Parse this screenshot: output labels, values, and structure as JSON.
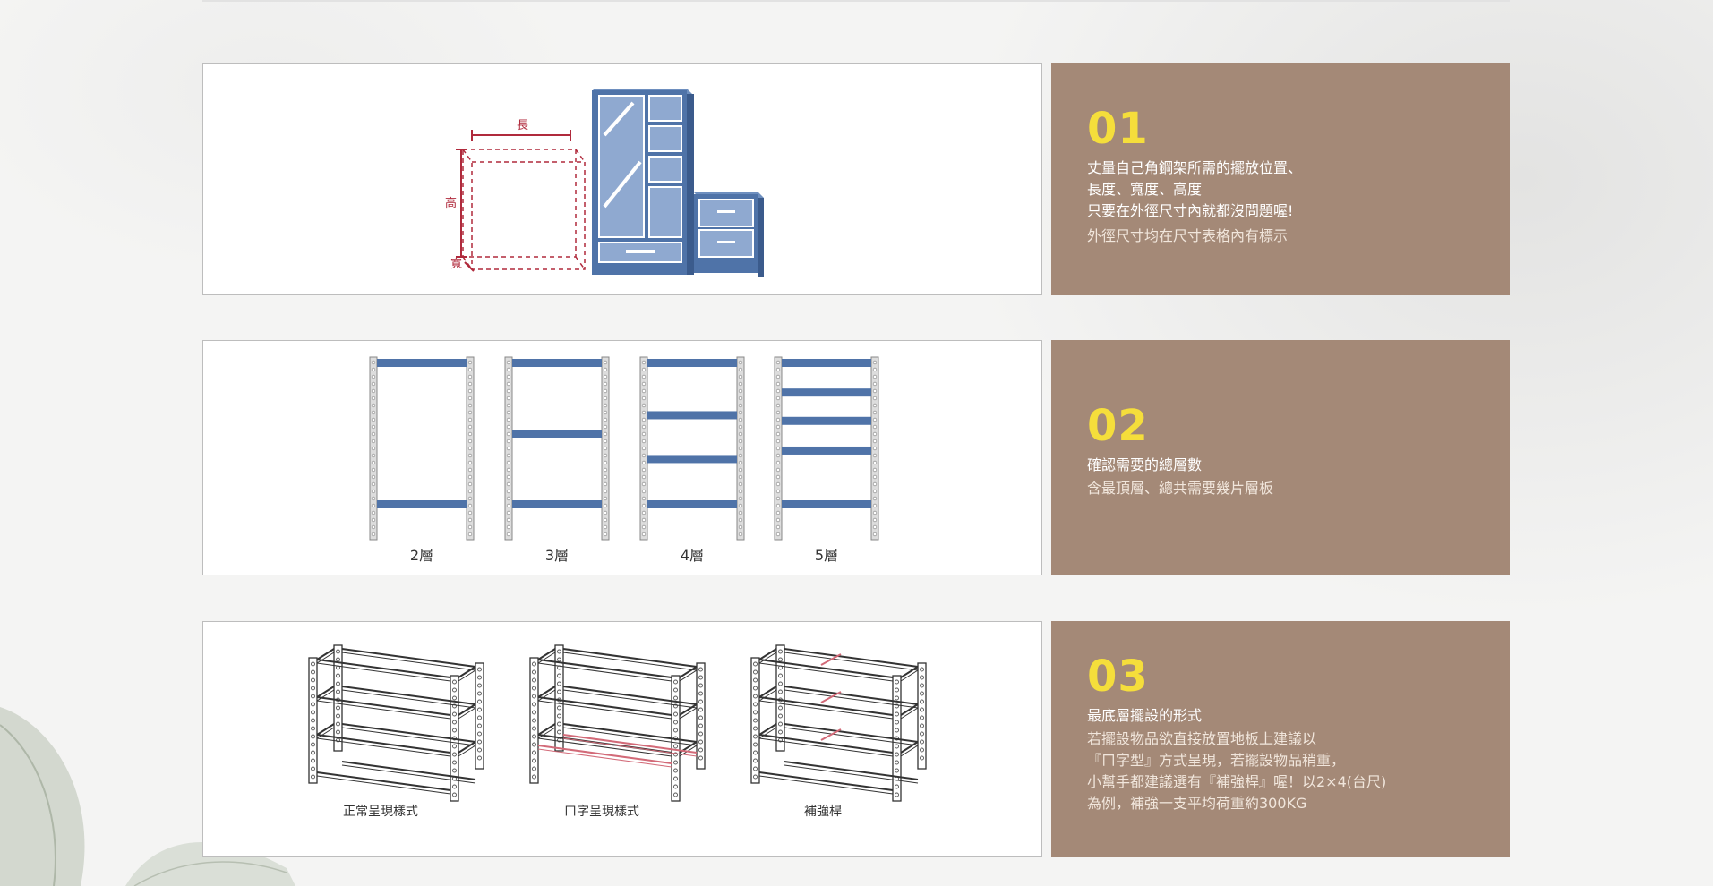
{
  "step1": {
    "number": "01",
    "main_lines": [
      "丈量自己角鋼架所需的擺放位置、",
      "長度、寬度、高度",
      "只要在外徑尺寸內就都沒問題喔!"
    ],
    "sub_lines": [
      "外徑尺寸均在尺寸表格內有標示"
    ],
    "diagram_labels": {
      "length": "長",
      "height": "高",
      "width": "寬"
    }
  },
  "step2": {
    "number": "02",
    "main_lines": [
      "確認需要的總層數"
    ],
    "sub_lines": [
      "含最頂層、總共需要幾片層板"
    ],
    "shelf_labels": [
      "2層",
      "3層",
      "4層",
      "5層"
    ]
  },
  "step3": {
    "number": "03",
    "main_lines": [
      "最底層擺設的形式"
    ],
    "sub_lines": [
      "若擺設物品欲直接放置地板上建議以",
      "『ㄇ字型』方式呈現，若擺設物品稍重，",
      "小幫手都建議選有『補強桿』喔！以2×4(台尺)",
      "為例，補強一支平均荷重約300KG"
    ],
    "form_labels": [
      "正常呈現樣式",
      "ㄇ字呈現樣式",
      "補強桿"
    ]
  },
  "colors": {
    "brown_panel": "#a48977",
    "number_yellow": "#f5de3b",
    "shelf_blue": "#4f73a8",
    "measure_red": "#b02a3c"
  }
}
